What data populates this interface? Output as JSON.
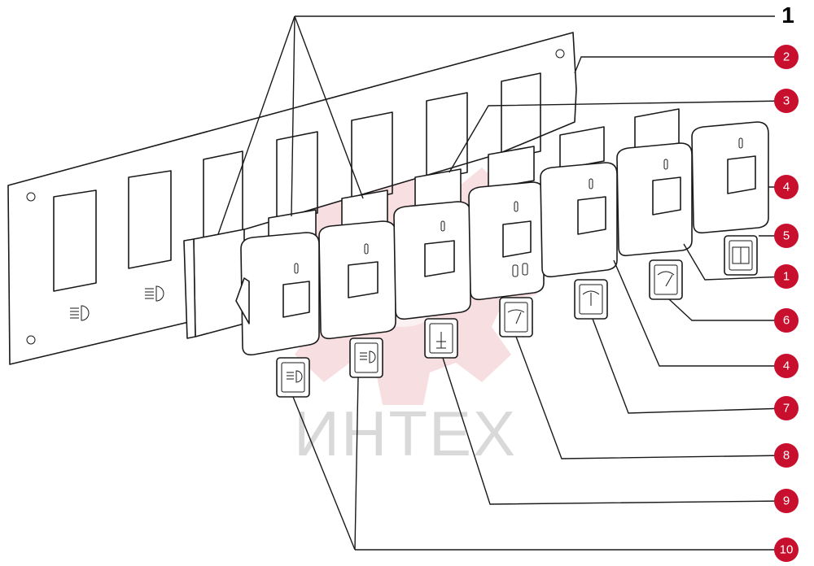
{
  "callouts": {
    "top": "1",
    "r2": "2",
    "r3": "3",
    "r4a": "4",
    "r5": "5",
    "r1": "1",
    "r6": "6",
    "r4b": "4",
    "r7": "7",
    "r8": "8",
    "r9": "9",
    "r10": "10"
  },
  "watermark": {
    "text": "ИНТЕХ"
  },
  "colors": {
    "badge": "#c8102e",
    "line": "#1a1a1a",
    "watermark": "#f2c4c8"
  },
  "icons": [
    "headlight-symbol-icon",
    "fan-symbol-icon",
    "gauge-symbol-icon",
    "wiper-symbol-icon"
  ]
}
